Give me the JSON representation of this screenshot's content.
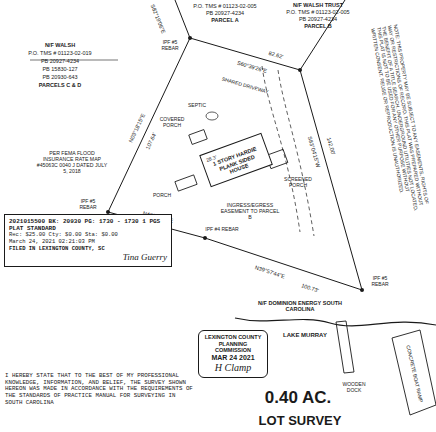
{
  "diagram": {
    "nodes": [
      {
        "text": [
          "2021015500 BK: 20930 PG: 1730 - 1730 1 PGS",
          "PLAT STANDARD",
          "Rec: $25.00 Cty: $0.00 Sta: $0.00",
          "March 24, 2021 02:21:03 PM",
          "FILED IN LEXINGTON COUNTY, SC",
          "Tina Guerry"
        ]
      },
      {
        "text": [
          "LEXINGTON COUNTY PLANNING COMMISSION",
          "MAR 24 2021",
          "H Clamp"
        ]
      },
      {
        "text": [
          "28.3'",
          "1 STORY HARDIE PLANK SIDED HOUSE"
        ]
      }
    ],
    "labels": [
      "S82°19'06\"E",
      "N/F WALSH TRUST",
      "P.O. TMS # 01123-02-005",
      "PB 20927-4234",
      "PARCEL B",
      "P.O. TMS # 01123-02-005",
      "PB 20927-4234",
      "PARCEL A",
      "IPF #5 REBAR",
      "S60°39'26\"E",
      "82.62'",
      "SHARED DRIVEWAY",
      "N/F WALSH",
      "P.O. TMS # 01123-02-019",
      "PB 20927-4234",
      "PB 15830-127",
      "PB 20930-643",
      "PARCELS C & D",
      "SEPTIC",
      "COVERED PORCH",
      "N03°18'15\"E",
      "107.64'",
      "PER FEMA FLOOD INSURANCE RATE MAP #45063C 0040 J DATED JULY 5, 2018",
      "PORCH",
      "SCREENED PORCH",
      "IPF #5 REBAR",
      "IPF #4 REBAR",
      "INGRESS/EGRESS EASEMENT TO PARCEL B",
      "N43°04'55\"E",
      "43.30'",
      "N39°57'44\"E",
      "100.73'",
      "S83°04'15\"W",
      "142.00'",
      "IPF #5 REBAR",
      "N/F DOMINION ENERGY SOUTH CAROLINA",
      "LAKE MURRAY",
      "WOODEN DOCK",
      "CONCRETE BOAT RAMP",
      "0.40 AC.",
      "LOT SURVEY",
      "I HEREBY STATE THAT TO THE BEST OF MY PROFESSIONAL KNOWLEDGE, INFORMATION, AND BELIEF, THE SURVEY SHOWN HEREON WAS MADE IN ACCORDANCE WITH THE REQUIREMENTS OF THE STANDARDS OF PRACTICE MANUAL FOR SURVEYING IN SOUTH CAROLINA",
      "NOTE: THIS PROPERTY MAY BE SUBJECT TO ANY EASEMENTS, RIGHTS OF WAY OR RESTRICTIONS OF RECORD. THIS PLAT WAS PREPARED WITHOUT THE BENEFIT OF A TITLE SEARCH. UNDERGROUND UTILITIES NOT LOCATED. THIS PLAT IS NOT TO BE USED FOR ANY OTHER PURPOSE WITHOUT WRITTEN CONSENT. REUSE OR REPRODUCTION IS UNAUTHORIZED."
    ]
  }
}
